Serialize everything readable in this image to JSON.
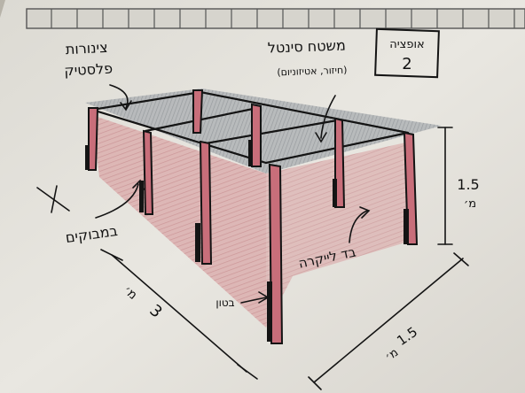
{
  "labels": {
    "option_title": "אופציה",
    "option_number": "2",
    "frame_title": "משטח סינטל",
    "frame_subtitle": "(חיזור, אטיזוניום)",
    "pipes_line1": "צינורות",
    "pipes_line2": "פלסטיק",
    "bamboo": "במבוקים",
    "lycra": "בד לייקרה",
    "concrete": "בטון",
    "height_value": "1.5",
    "height_unit": "מ׳",
    "length_value": "3",
    "length_unit": "מ׳",
    "width_value": "1.5",
    "width_unit": "מ׳"
  },
  "colors": {
    "paper": "#e7e5df",
    "ink": "#141414",
    "fabric": "#d9a9aa",
    "pole": "#c86e7a",
    "mesh": "#9ea3a8"
  }
}
